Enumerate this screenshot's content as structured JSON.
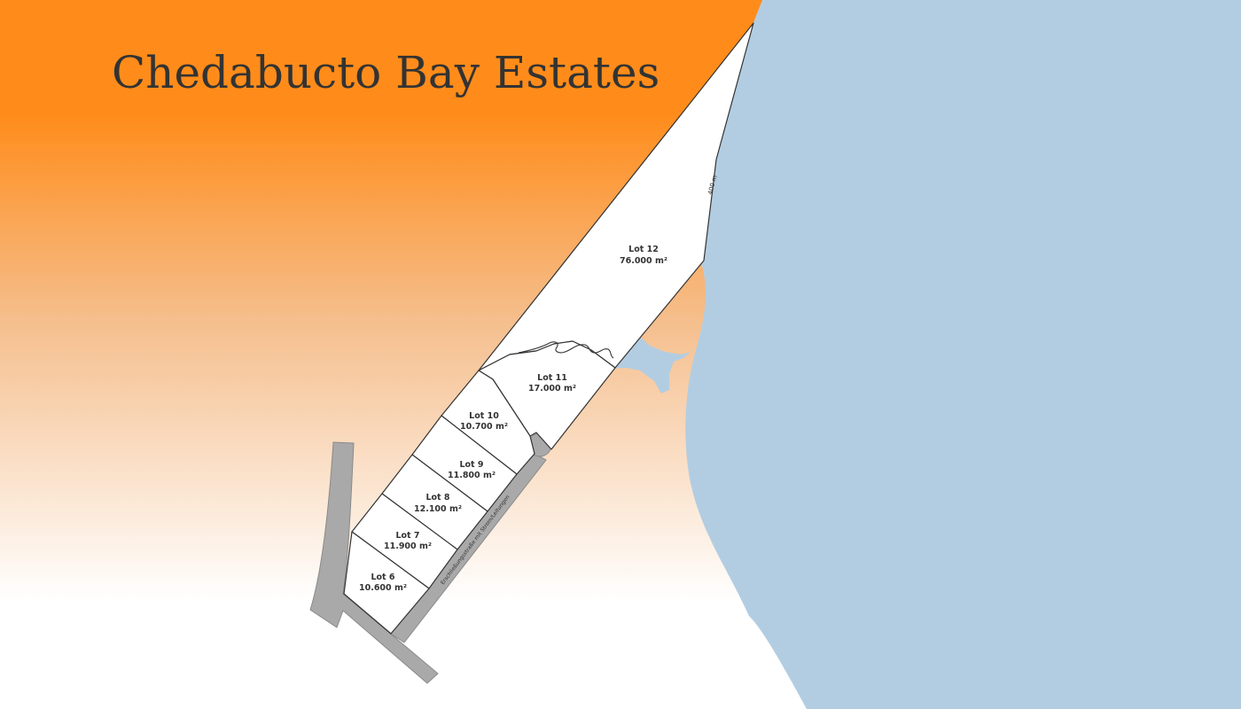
{
  "title": "Chedabucto Bay Estates",
  "colors": {
    "sky_top": "#FF8C1A",
    "sky_fade": "#FFFFFF",
    "water": "#B2CDE2",
    "lot_fill": "#FFFFFF",
    "lot_border": "#333333",
    "road": "#A9A9A9",
    "text": "#333333"
  },
  "lots": [
    {
      "name": "Lot 12",
      "area": "76.000 m²"
    },
    {
      "name": "Lot 11",
      "area": "17.000 m²"
    },
    {
      "name": "Lot 10",
      "area": "10.700 m²"
    },
    {
      "name": "Lot 9",
      "area": "11.800 m²"
    },
    {
      "name": "Lot 8",
      "area": "12.100 m²"
    },
    {
      "name": "Lot 7",
      "area": "11.900 m²"
    },
    {
      "name": "Lot 6",
      "area": "10.600 m²"
    }
  ],
  "dimension_label": "400 m",
  "road_label": "Erschließungsstraße mit Strom/Leitungen",
  "icons": {
    "water": "water-area",
    "road": "access-road",
    "turnaround": "turnaround-circle",
    "pond": "pond"
  }
}
